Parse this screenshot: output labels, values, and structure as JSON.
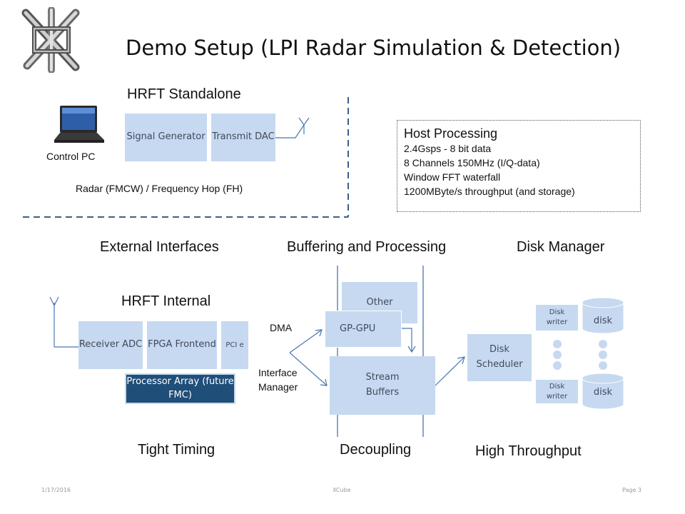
{
  "title": "Demo Setup (LPI Radar Simulation & Detection)",
  "standalone": {
    "heading": "HRFT Standalone",
    "control_pc": "Control PC",
    "signal_generator": "Signal Generator",
    "transmit_dac": "Transmit DAC",
    "radar_caption": "Radar (FMCW) / Frequency Hop (FH)"
  },
  "host_processing": {
    "title": "Host Processing",
    "lines": [
      "2.4Gsps - 8 bit data",
      "8 Channels 150MHz (I/Q-data)",
      "Window FFT waterfall",
      "1200MByte/s throughput (and storage)"
    ]
  },
  "sections": {
    "external": "External Interfaces",
    "buffering": "Buffering and Processing",
    "disk_manager": "Disk Manager"
  },
  "internal": {
    "heading": "HRFT Internal",
    "receiver_adc": "Receiver ADC",
    "fpga_frontend": "FPGA Frontend",
    "pcie": "PCI e",
    "processor_array": "Processor Array (future FMC)"
  },
  "buffering": {
    "dma": "DMA",
    "interface_manager": "Interface Manager",
    "other": "Other",
    "gpgpu": "GP-GPU",
    "stream_buffers": "Stream Buffers"
  },
  "disk": {
    "scheduler": "Disk Scheduler",
    "writer_top": "Disk writer",
    "writer_bottom": "Disk writer",
    "disk_top": "disk",
    "disk_bottom": "disk"
  },
  "bottom_labels": {
    "tight_timing": "Tight Timing",
    "decoupling": "Decoupling",
    "high_throughput": "High Throughput"
  },
  "footer": {
    "date": "1/17/2016",
    "center": "XCube",
    "page": "Page 3"
  },
  "colors": {
    "box_fill": "#c6d9f0",
    "processor_array_fill": "#1f4e79",
    "line": "#4a76b0",
    "dash": "#3b5f8f"
  }
}
